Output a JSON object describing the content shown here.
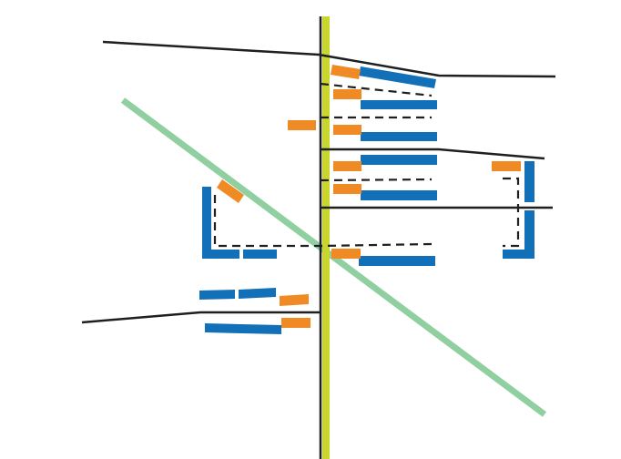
{
  "colors": {
    "background": "#ffffff",
    "line": "#1f1f1f",
    "yellow_corridor": "#c8d62e",
    "green_line": "#8fcfa0",
    "blue_block": "#1170b8",
    "orange_block": "#f08a24"
  },
  "legend": {
    "blue": "blue-block",
    "orange": "orange-block",
    "green": "green-diagonal-line",
    "yellow": "yellow-vertical-corridor"
  }
}
